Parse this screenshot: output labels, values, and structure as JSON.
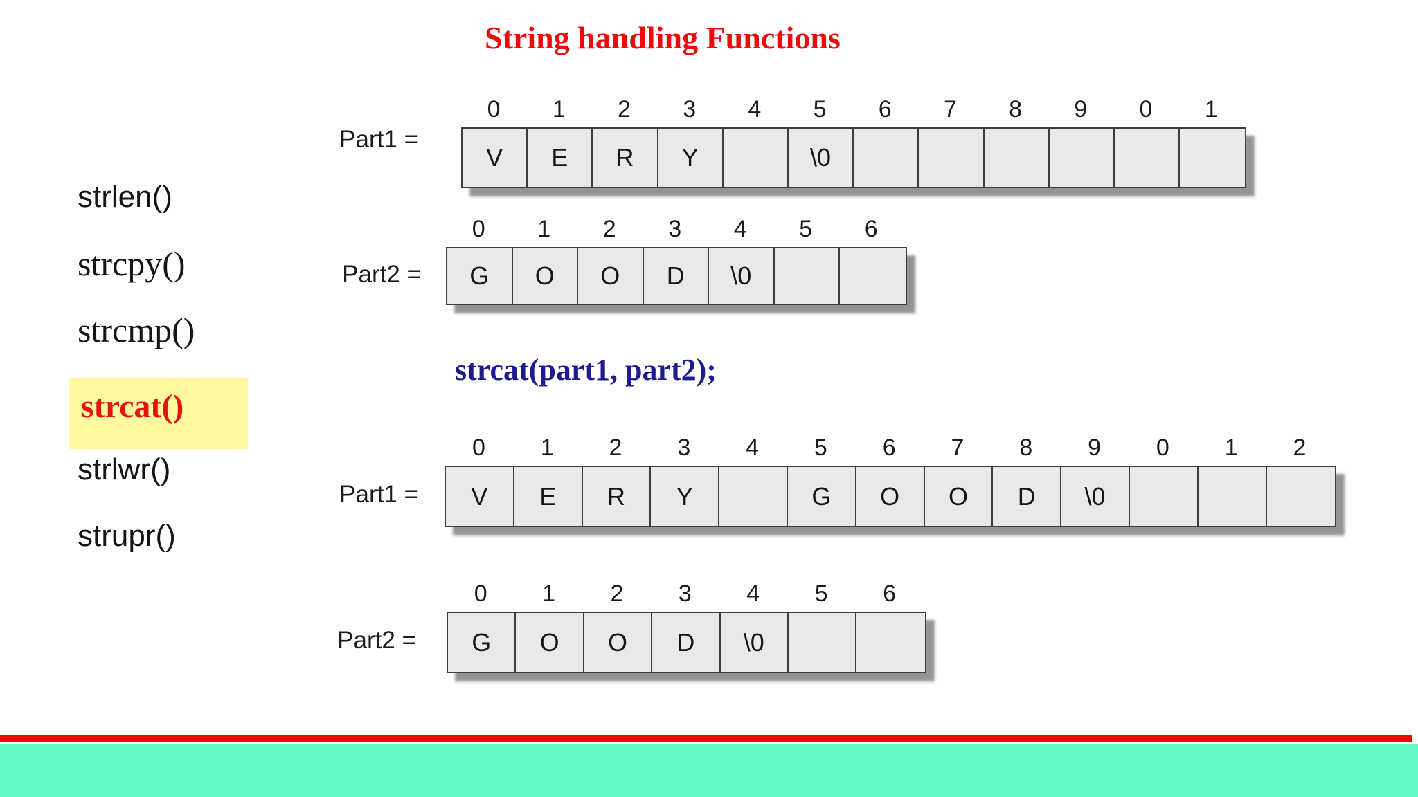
{
  "title": "String handling Functions",
  "menu": {
    "items": [
      {
        "label": "strlen()",
        "active": false
      },
      {
        "label": "strcpy()",
        "active": false
      },
      {
        "label": "strcmp()",
        "active": false
      },
      {
        "label": "strcat()",
        "active": true
      },
      {
        "label": "strlwr()",
        "active": false
      },
      {
        "label": "strupr()",
        "active": false
      }
    ]
  },
  "code_line": "strcat(part1, part2);",
  "arrays": [
    {
      "name": "part1-before",
      "label": "Part1 =",
      "indices": [
        "0",
        "1",
        "2",
        "3",
        "4",
        "5",
        "6",
        "7",
        "8",
        "9",
        "0",
        "1"
      ],
      "cells": [
        "V",
        "E",
        "R",
        "Y",
        "",
        "\\0",
        "",
        "",
        "",
        "",
        "",
        ""
      ]
    },
    {
      "name": "part2-before",
      "label": "Part2 =",
      "indices": [
        "0",
        "1",
        "2",
        "3",
        "4",
        "5",
        "6"
      ],
      "cells": [
        "G",
        "O",
        "O",
        "D",
        "\\0",
        "",
        ""
      ]
    },
    {
      "name": "part1-after",
      "label": "Part1 =",
      "indices": [
        "0",
        "1",
        "2",
        "3",
        "4",
        "5",
        "6",
        "7",
        "8",
        "9",
        "0",
        "1",
        "2"
      ],
      "cells": [
        "V",
        "E",
        "R",
        "Y",
        "",
        "G",
        "O",
        "O",
        "D",
        "\\0",
        "",
        "",
        ""
      ]
    },
    {
      "name": "part2-after",
      "label": "Part2 =",
      "indices": [
        "0",
        "1",
        "2",
        "3",
        "4",
        "5",
        "6"
      ],
      "cells": [
        "G",
        "O",
        "O",
        "D",
        "\\0",
        "",
        ""
      ]
    }
  ],
  "colors": {
    "title_red": "#ee0a0a",
    "active_red": "#e51212",
    "highlight_yellow": "#fffaa0",
    "code_navy": "#1c1c8f",
    "cell_fill": "#e9e9e9",
    "cell_border": "#3d3d3d",
    "footer_red": "#f50707",
    "footer_aqua": "#63f7c6"
  }
}
